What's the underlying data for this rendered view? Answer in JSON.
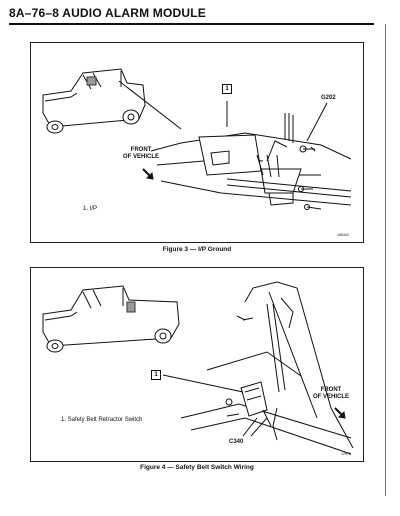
{
  "header": {
    "title": "8A–76–8  AUDIO ALARM MODULE"
  },
  "figure3": {
    "callout": "1",
    "label_ground": "G202",
    "label_front": "FRONT\nOF VEHICLE",
    "legend": "1.  I/P",
    "code": "185440",
    "caption": "Figure 3 — I/P Ground"
  },
  "figure4": {
    "callout": "1",
    "label_front": "FRONT\nOF VEHICLE",
    "label_connector": "C340",
    "legend": "1.  Safety Belt Retractor Switch",
    "code": "12978",
    "caption": "Figure 4 — Safety Belt Switch Wiring"
  }
}
